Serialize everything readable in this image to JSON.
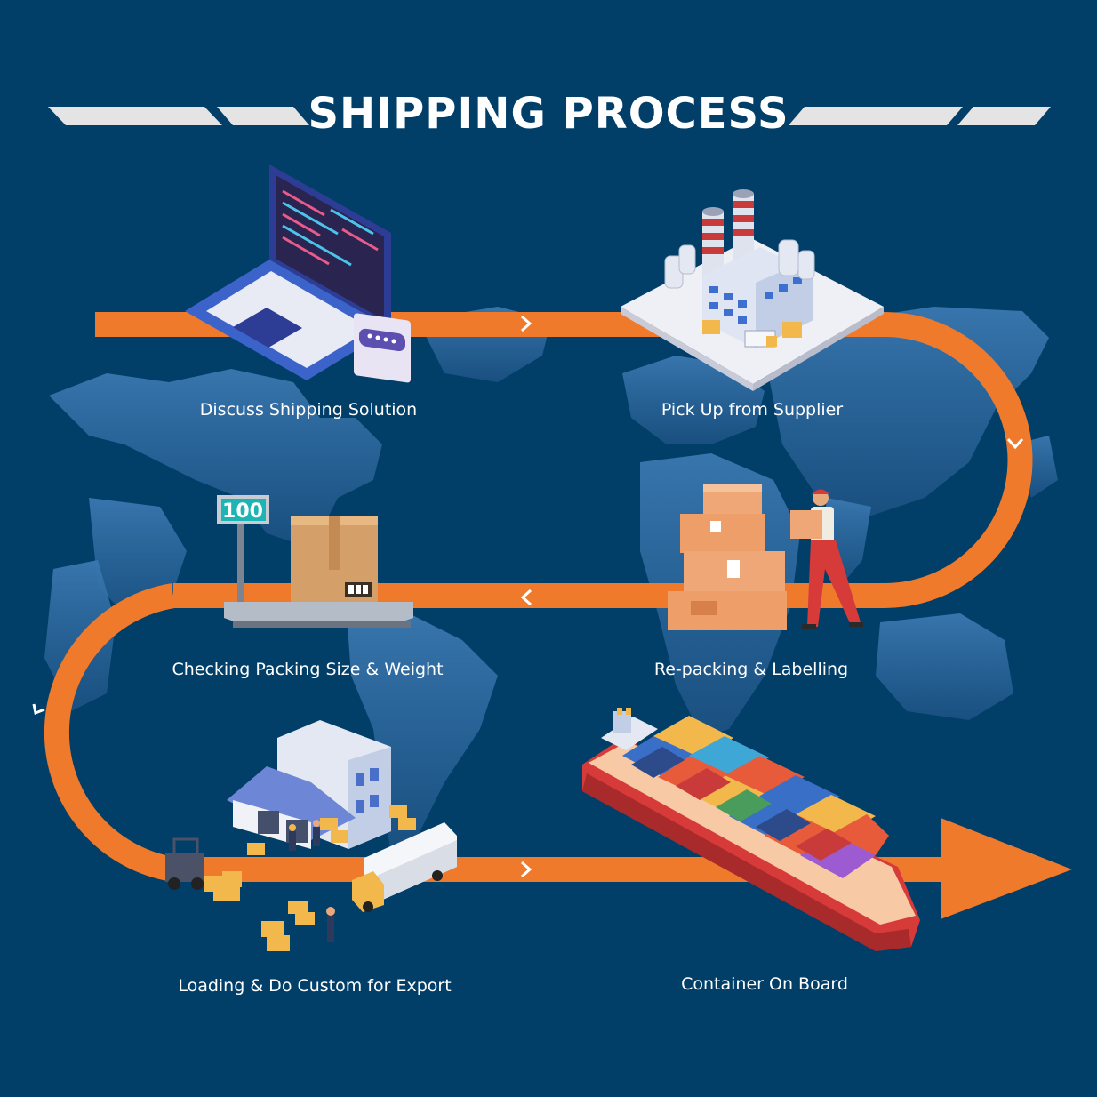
{
  "header": {
    "title": "SHIPPING PROCESS"
  },
  "steps": [
    {
      "label": "Discuss Shipping Solution",
      "icon": "laptop-icon"
    },
    {
      "label": "Pick Up from Supplier",
      "icon": "factory-icon"
    },
    {
      "label": "Re-packing & Labelling",
      "icon": "worker-boxes-icon"
    },
    {
      "label": "Checking Packing Size & Weight",
      "icon": "scale-icon"
    },
    {
      "label": "Loading & Do Custom for Export",
      "icon": "warehouse-icon"
    },
    {
      "label": "Container On Board",
      "icon": "cargo-ship-icon"
    }
  ],
  "scale": {
    "reading": "100"
  },
  "colors": {
    "background": "#013f69",
    "map": "#2f6a9e",
    "path": "#ef7a2c",
    "title_bars": "#e4e4e4",
    "ship_hull": "#d63b3a"
  }
}
